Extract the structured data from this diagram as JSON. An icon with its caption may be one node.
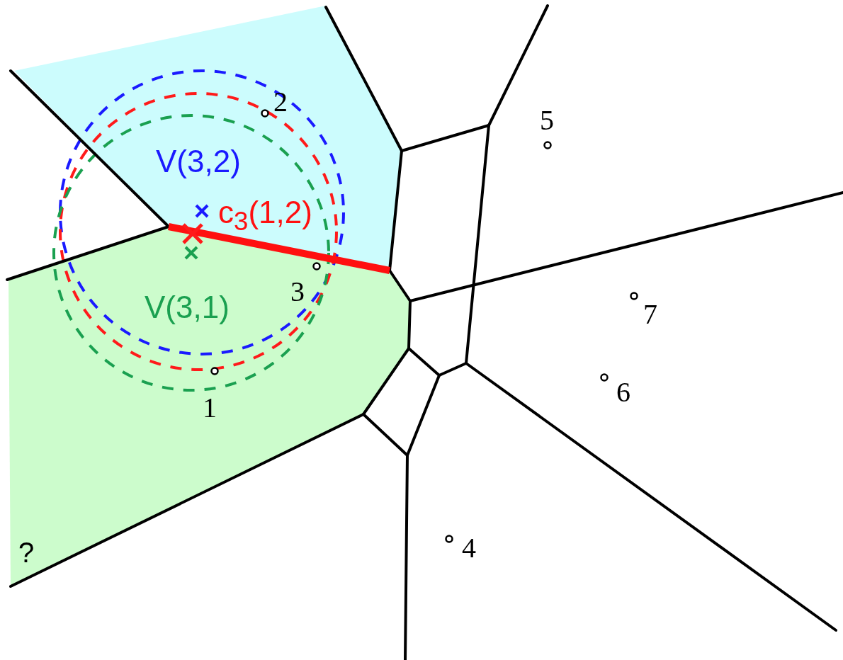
{
  "diagram": {
    "labels": [
      "2",
      "5",
      "V(3,2)",
      "c$_{3}$(1,2)",
      "3",
      "7",
      "V(3,1)",
      "6",
      "1",
      "?",
      "4"
    ]
  }
}
